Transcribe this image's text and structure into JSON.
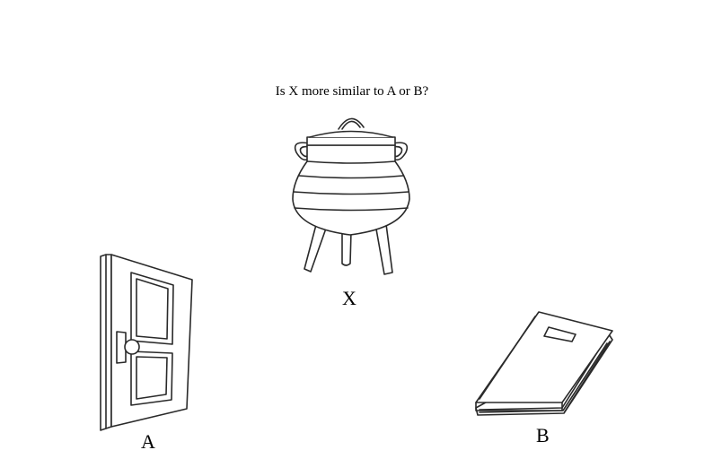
{
  "question": "Is X more similar to A or B?",
  "items": {
    "x": {
      "label": "X",
      "icon": "cauldron-icon"
    },
    "a": {
      "label": "A",
      "icon": "door-icon"
    },
    "b": {
      "label": "B",
      "icon": "book-icon"
    }
  }
}
